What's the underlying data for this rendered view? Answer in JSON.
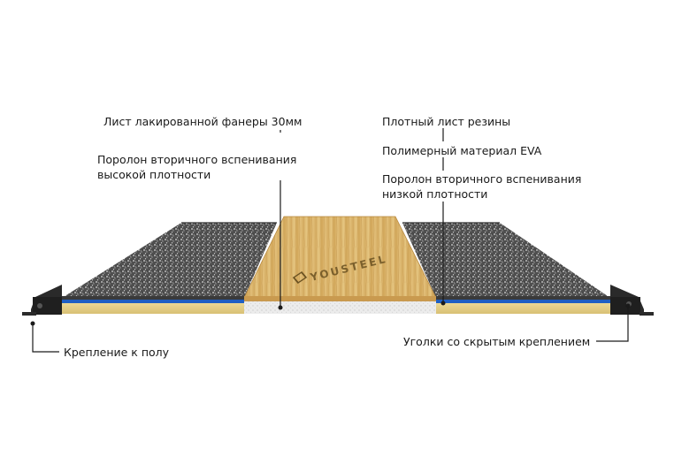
{
  "diagram": {
    "brand_text": "YOUSTEEL",
    "labels": {
      "plywood": "Лист лакированной фанеры 30мм",
      "foam_high_line1": "Поролон вторичного вспенивания",
      "foam_high_line2": "высокой плотности",
      "rubber": "Плотный лист резины",
      "eva": "Полимерный материал EVA",
      "foam_low_line1": "Поролон вторичного вспенивания",
      "foam_low_line2": "низкой плотности",
      "floor_mount": "Крепление к полу",
      "corners": "Уголки со скрытым креплением"
    },
    "colors": {
      "rubber": "#5d5d5d",
      "eva_blue": "#1f5fc4",
      "foam_yellow": "#e4cf86",
      "plywood": "#d8b165",
      "foam_white": "#eeeeee",
      "bracket": "#2a2a2a",
      "leader": "#1a1a1a"
    }
  }
}
